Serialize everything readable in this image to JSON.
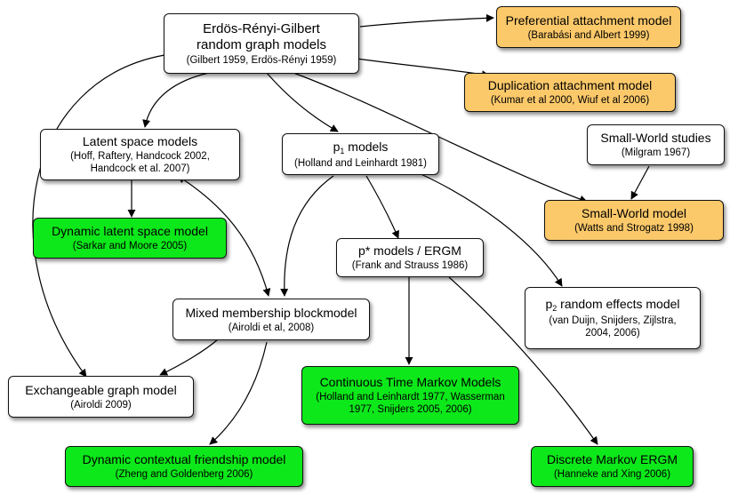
{
  "nodes": {
    "erdos": {
      "title": "Erdös-Rényi-Gilbert random graph models",
      "cite": "(Gilbert 1959, Erdös-Rényi 1959)"
    },
    "preferential": {
      "title": "Preferential attachment model",
      "cite": "(Barabási and Albert 1999)"
    },
    "duplication": {
      "title": "Duplication attachment model",
      "cite": "(Kumar et al 2000, Wiuf et al 2006)"
    },
    "latent": {
      "title": "Latent space models",
      "cite": "(Hoff, Raftery, Handcock 2002, Handcock et al. 2007)"
    },
    "p1": {
      "title_main": "p",
      "title_sub": "1",
      "title_rest": " models",
      "cite": "(Holland and Leinhardt 1981)"
    },
    "smallworld_studies": {
      "title": "Small-World studies",
      "cite": "(Milgram 1967)"
    },
    "smallworld_model": {
      "title": "Small-World model",
      "cite": "(Watts and Strogatz 1998)"
    },
    "dynamic_latent": {
      "title": "Dynamic latent space model",
      "cite": "(Sarkar and Moore 2005)"
    },
    "pstar": {
      "title": "p* models / ERGM",
      "cite": "(Frank and Strauss 1986)"
    },
    "p2": {
      "title_main": "p",
      "title_sub": "2",
      "title_rest": " random effects model",
      "cite": "(van Duijn, Snijders, Zijlstra, 2004, 2006)"
    },
    "mixed": {
      "title": "Mixed membership blockmodel",
      "cite": "(Airoldi et al, 2008)"
    },
    "exchangeable": {
      "title": "Exchangeable graph model",
      "cite": "(Airoldi 2009)"
    },
    "ctmm": {
      "title": "Continuous Time Markov Models",
      "cite": "(Holland and Leinhardt 1977, Wasserman 1977, Snijders 2005, 2006)"
    },
    "dynamic_contextual": {
      "title": "Dynamic contextual friendship model",
      "cite": "(Zheng and Goldenberg 2006)"
    },
    "discrete": {
      "title": "Discrete Markov ERGM",
      "cite": "(Hanneke and Xing 2006)"
    }
  },
  "colors": {
    "green": "#0de81a",
    "orange": "#fcc96a",
    "white": "#ffffff",
    "edge": "#000000"
  }
}
